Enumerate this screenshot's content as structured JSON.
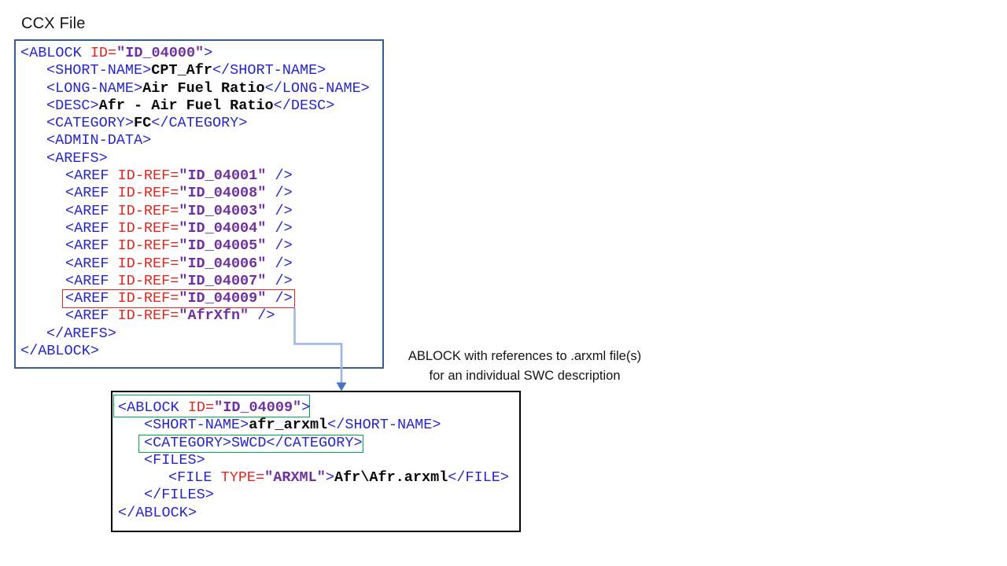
{
  "title": "CCX File",
  "palette": {
    "tag": "#2626C9",
    "attr": "#E02820",
    "val": "#7030A0",
    "txt": "#0A0A0A",
    "main_border": "#365F91",
    "detail_border": "#000000",
    "red_hl": "#E8241C",
    "green_hl": "#00A651",
    "connector": "#9FB6E2",
    "arrow": "#4472C4"
  },
  "main_box": {
    "lines": [
      {
        "indent": 0,
        "tokens": [
          {
            "c": "tag",
            "t": "<ABLOCK "
          },
          {
            "c": "attr",
            "t": "ID="
          },
          {
            "c": "val",
            "t": "\"ID_04000\""
          },
          {
            "c": "tag",
            "t": ">"
          }
        ]
      },
      {
        "indent": 1,
        "tokens": [
          {
            "c": "tag",
            "t": "<SHORT-NAME>"
          },
          {
            "c": "txt",
            "t": "CPT_Afr"
          },
          {
            "c": "tag",
            "t": "</SHORT-NAME>"
          }
        ]
      },
      {
        "indent": 1,
        "tokens": [
          {
            "c": "tag",
            "t": "<LONG-NAME>"
          },
          {
            "c": "txt",
            "t": "Air Fuel Ratio"
          },
          {
            "c": "tag",
            "t": "</LONG-NAME>"
          }
        ]
      },
      {
        "indent": 1,
        "tokens": [
          {
            "c": "tag",
            "t": "<DESC>"
          },
          {
            "c": "txt",
            "t": "Afr - Air Fuel Ratio"
          },
          {
            "c": "tag",
            "t": "</DESC>"
          }
        ]
      },
      {
        "indent": 1,
        "tokens": [
          {
            "c": "tag",
            "t": "<CATEGORY>"
          },
          {
            "c": "txt",
            "t": "FC"
          },
          {
            "c": "tag",
            "t": "</CATEGORY>"
          }
        ]
      },
      {
        "indent": 1,
        "tokens": [
          {
            "c": "tag",
            "t": "<ADMIN-DATA>"
          }
        ]
      },
      {
        "indent": 1,
        "tokens": [
          {
            "c": "tag",
            "t": "<AREFS>"
          }
        ]
      },
      {
        "indent": 2,
        "tokens": [
          {
            "c": "tag",
            "t": "<AREF "
          },
          {
            "c": "attr",
            "t": "ID-REF="
          },
          {
            "c": "val",
            "t": "\"ID_04001\""
          },
          {
            "c": "tag",
            "t": " />"
          }
        ]
      },
      {
        "indent": 2,
        "tokens": [
          {
            "c": "tag",
            "t": "<AREF "
          },
          {
            "c": "attr",
            "t": "ID-REF="
          },
          {
            "c": "val",
            "t": "\"ID_04008\""
          },
          {
            "c": "tag",
            "t": " />"
          }
        ]
      },
      {
        "indent": 2,
        "tokens": [
          {
            "c": "tag",
            "t": "<AREF "
          },
          {
            "c": "attr",
            "t": "ID-REF="
          },
          {
            "c": "val",
            "t": "\"ID_04003\""
          },
          {
            "c": "tag",
            "t": " />"
          }
        ]
      },
      {
        "indent": 2,
        "tokens": [
          {
            "c": "tag",
            "t": "<AREF "
          },
          {
            "c": "attr",
            "t": "ID-REF="
          },
          {
            "c": "val",
            "t": "\"ID_04004\""
          },
          {
            "c": "tag",
            "t": " />"
          }
        ]
      },
      {
        "indent": 2,
        "tokens": [
          {
            "c": "tag",
            "t": "<AREF "
          },
          {
            "c": "attr",
            "t": "ID-REF="
          },
          {
            "c": "val",
            "t": "\"ID_04005\""
          },
          {
            "c": "tag",
            "t": " />"
          }
        ]
      },
      {
        "indent": 2,
        "tokens": [
          {
            "c": "tag",
            "t": "<AREF "
          },
          {
            "c": "attr",
            "t": "ID-REF="
          },
          {
            "c": "val",
            "t": "\"ID_04006\""
          },
          {
            "c": "tag",
            "t": " />"
          }
        ]
      },
      {
        "indent": 2,
        "tokens": [
          {
            "c": "tag",
            "t": "<AREF "
          },
          {
            "c": "attr",
            "t": "ID-REF="
          },
          {
            "c": "val",
            "t": "\"ID_04007\""
          },
          {
            "c": "tag",
            "t": " />"
          }
        ]
      },
      {
        "indent": 2,
        "tokens": [
          {
            "c": "tag",
            "t": "<AREF "
          },
          {
            "c": "attr",
            "t": "ID-REF="
          },
          {
            "c": "val",
            "t": "\"ID_04009\""
          },
          {
            "c": "tag",
            "t": " />"
          }
        ]
      },
      {
        "indent": 2,
        "tokens": [
          {
            "c": "tag",
            "t": "<AREF "
          },
          {
            "c": "attr",
            "t": "ID-REF="
          },
          {
            "c": "val",
            "t": "\"AfrXfn\""
          },
          {
            "c": "tag",
            "t": " />"
          }
        ]
      },
      {
        "indent": 1,
        "tokens": [
          {
            "c": "tag",
            "t": "</AREFS>"
          }
        ]
      },
      {
        "indent": 0,
        "tokens": [
          {
            "c": "tag",
            "t": "</ABLOCK>"
          }
        ]
      }
    ]
  },
  "annotation": {
    "line1": "ABLOCK with references to .arxml file(s)",
    "line2": "for an individual SWC description"
  },
  "detail_box": {
    "lines": [
      {
        "indent": 0,
        "tokens": [
          {
            "c": "tag",
            "t": "<ABLOCK "
          },
          {
            "c": "attr",
            "t": "ID="
          },
          {
            "c": "val",
            "t": "\"ID_04009\""
          },
          {
            "c": "tag",
            "t": ">"
          }
        ]
      },
      {
        "indent": 1,
        "tokens": [
          {
            "c": "tag",
            "t": "<SHORT-NAME>"
          },
          {
            "c": "txt",
            "t": "afr_arxml"
          },
          {
            "c": "tag",
            "t": "</SHORT-NAME>"
          }
        ]
      },
      {
        "indent": 1,
        "tokens": [
          {
            "c": "tag",
            "t": "<CATEGORY>SWCD</CATEGORY>"
          }
        ]
      },
      {
        "indent": 1,
        "tokens": [
          {
            "c": "tag",
            "t": "<FILES>"
          }
        ]
      },
      {
        "indent": 2,
        "tokens": [
          {
            "c": "tag",
            "t": "<FILE "
          },
          {
            "c": "attr",
            "t": "TYPE="
          },
          {
            "c": "val",
            "t": "\"ARXML\""
          },
          {
            "c": "tag",
            "t": ">"
          },
          {
            "c": "txt",
            "t": "Afr\\Afr.arxml"
          },
          {
            "c": "tag",
            "t": "</FILE>"
          }
        ]
      },
      {
        "indent": 1,
        "tokens": [
          {
            "c": "tag",
            "t": "</FILES>"
          }
        ]
      },
      {
        "indent": 0,
        "tokens": [
          {
            "c": "tag",
            "t": "</ABLOCK>"
          }
        ]
      }
    ]
  }
}
